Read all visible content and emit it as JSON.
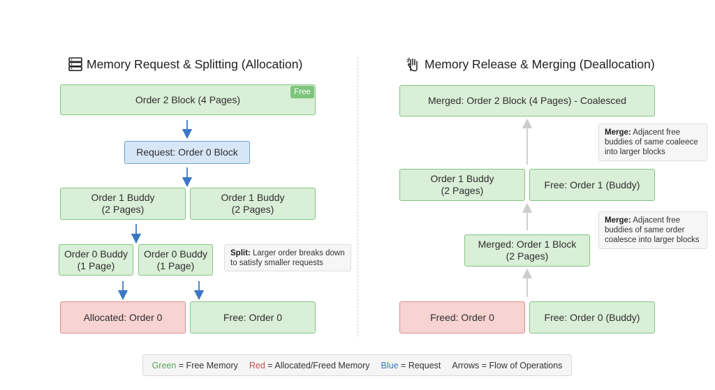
{
  "allocation": {
    "title": "Memory Request & Splitting (Allocation)",
    "blocks": {
      "order2": "Order 2 Block (4 Pages)",
      "free_badge": "Free",
      "request": "Request: Order 0 Block",
      "order1_a": "Order 1 Buddy\n(2 Pages)",
      "order1_b": "Order 1 Buddy\n(2 Pages)",
      "order0_a": "Order 0 Buddy\n(1 Page)",
      "order0_b": "Order 0 Buddy\n(1 Page)",
      "allocated": "Allocated: Order 0",
      "free0": "Free: Order 0"
    },
    "note": {
      "bold": "Split:",
      "text": " Larger order breaks down to satisfy smaller requests"
    }
  },
  "deallocation": {
    "title": "Memory Release & Merging (Deallocation)",
    "blocks": {
      "merged2": "Merged: Order 2 Block (4 Pages) - Coalesced",
      "order1_buddy": "Order 1 Buddy\n(2 Pages)",
      "free1_buddy": "Free: Order 1 (Buddy)",
      "merged1": "Merged: Order 1 Block\n(2 Pages)",
      "freed0": "Freed: Order 0",
      "free0_buddy": "Free: Order 0 (Buddy)"
    },
    "note_top": {
      "bold": "Merge:",
      "text": " Adjacent free buddies of same coaleece into larger blocks"
    },
    "note_mid": {
      "bold": "Merge:",
      "text": " Adjacent free buddies of same order coalesce into larger blocks"
    }
  },
  "legend": {
    "green_word": "Green",
    "green_rest": " = Free Memory",
    "red_word": "Red",
    "red_rest": " = Allocated/Freed Memory",
    "blue_word": "Blue",
    "blue_rest": " = Request",
    "arrows": "Arrows = Flow of Operations"
  },
  "colors": {
    "free_green": "#d9efd7",
    "allocated_red": "#f7d3d2",
    "request_blue": "#d7e6f7",
    "arrow_blue": "#3b78c3",
    "arrow_gray": "#cccccc"
  },
  "icons": {
    "allocation_title": "server-stack-icon",
    "deallocation_title": "hand-release-icon"
  }
}
